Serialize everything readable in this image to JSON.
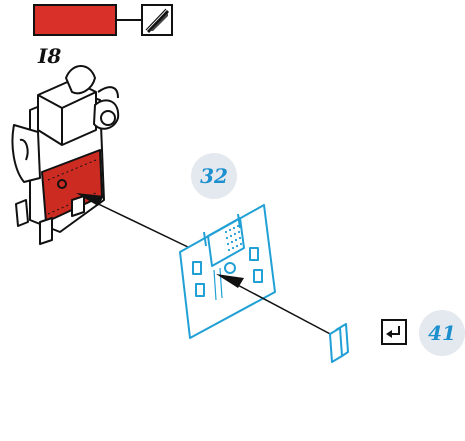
{
  "header": {
    "part_label": "I8",
    "part_color": "#d9302a"
  },
  "steps": {
    "callout_top": "32",
    "callout_bottom": "41",
    "return_icon": "return-arrow-icon"
  },
  "colors": {
    "callout_bg": "#e4e8ef",
    "callout_text": "#1c8fcf",
    "panel_blue": "#21a0d6",
    "red_panel": "#cc2b22",
    "line": "#111111"
  }
}
